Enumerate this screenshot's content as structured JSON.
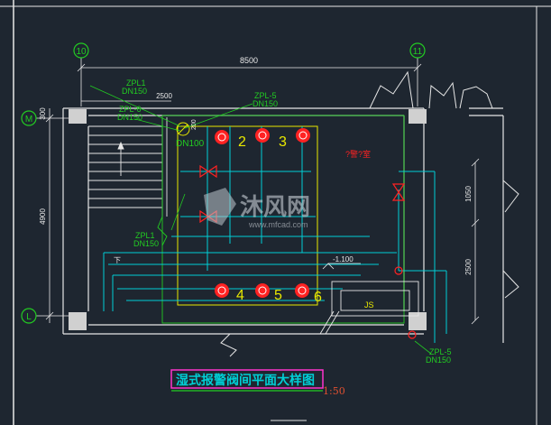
{
  "axes": {
    "col_left": "10",
    "col_right": "11",
    "row_top": "M",
    "row_bottom": "L"
  },
  "dimensions": {
    "span": "8500",
    "sub": "2500",
    "top_300": "300",
    "left_4900": "4900",
    "right_1050": "1050",
    "right_2500": "2500",
    "small_200": "200"
  },
  "pipe_labels": {
    "zpl1_top": "ZPL1",
    "dn150_a": "DN150",
    "zpl6": "ZPL-6",
    "dn150_b": "DN150",
    "zpl5_top": "ZPL-5",
    "dn150_c": "DN150",
    "dn100": "DN100",
    "zpl1_mid": "ZPL1",
    "dn150_d": "DN150",
    "zpl5_bot": "ZPL-5",
    "dn150_e": "DN150"
  },
  "valve_numbers": [
    "2",
    "3",
    "4",
    "5",
    "6"
  ],
  "room_label": "?警?室",
  "elevation": "-1.100",
  "down_label": "下",
  "js_label": "JS",
  "title": "湿式报警阀间平面大样图",
  "scale": "1:50",
  "watermark": {
    "brand": "沐风网",
    "url": "www.mfcad.com"
  },
  "colors": {
    "background": "#1e2630",
    "wall": "#e6e6e6",
    "pipe": "#00cfd6",
    "dim": "#e8e8e8",
    "yellow": "#e8e800",
    "green": "#22cc22",
    "red": "#ff2222",
    "magenta": "#ff33cc"
  }
}
